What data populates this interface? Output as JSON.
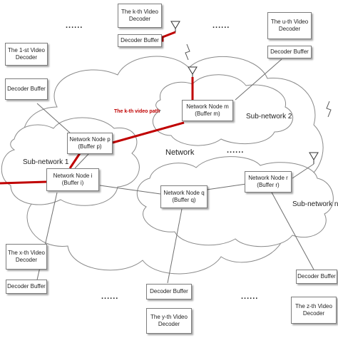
{
  "network_label": "Network",
  "subnetworks": {
    "s1": "Sub-network 1",
    "s2": "Sub-network 2",
    "sn": "Sub-network n"
  },
  "nodes": {
    "p": {
      "name": "Network Node p",
      "buffer": "(Buffer p)"
    },
    "m": {
      "name": "Network Node m",
      "buffer": "(Buffer m)"
    },
    "i": {
      "name": "Network Node i",
      "buffer": "(Buffer i)"
    },
    "q": {
      "name": "Network Node q",
      "buffer": "(Buffer q)"
    },
    "r": {
      "name": "Network Node r",
      "buffer": "(Buffer r)"
    }
  },
  "decoders": {
    "k": {
      "name_line1": "The k-th Video",
      "name_line2": "Decoder",
      "buffer": "Decoder Buffer"
    },
    "one": {
      "name_line1": "The 1-st Video",
      "name_line2": "Decoder",
      "buffer": "Decoder Buffer"
    },
    "u": {
      "name_line1": "The u-th Video",
      "name_line2": "Decoder",
      "buffer": "Decoder Buffer"
    },
    "x": {
      "name_line1": "The x-th Video",
      "name_line2": "Decoder",
      "buffer": "Decoder Buffer"
    },
    "y": {
      "name_line1": "The y-th Video",
      "name_line2": "Decoder",
      "buffer": "Decoder Buffer"
    },
    "z": {
      "name_line1": "The z-th Video",
      "name_line2": "Decoder",
      "buffer": "Decoder Buffer"
    }
  },
  "video_path_label": "The k-th video path",
  "ellipsis": "......",
  "colors": {
    "path": "#c00000",
    "line": "#6f6f6f",
    "cloud_stroke": "#8a8a8a"
  }
}
